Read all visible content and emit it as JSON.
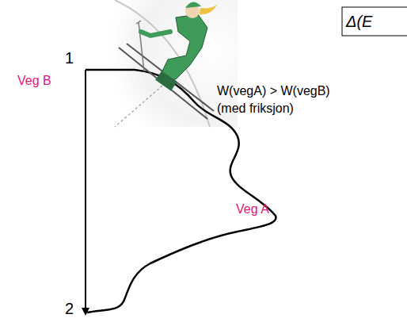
{
  "diagram": {
    "labels": [
      "1",
      "2",
      "Veg B",
      "Veg A",
      "W(vegA) > W(vegB)",
      "(med friksjon)",
      "Δ(E"
    ]
  }
}
